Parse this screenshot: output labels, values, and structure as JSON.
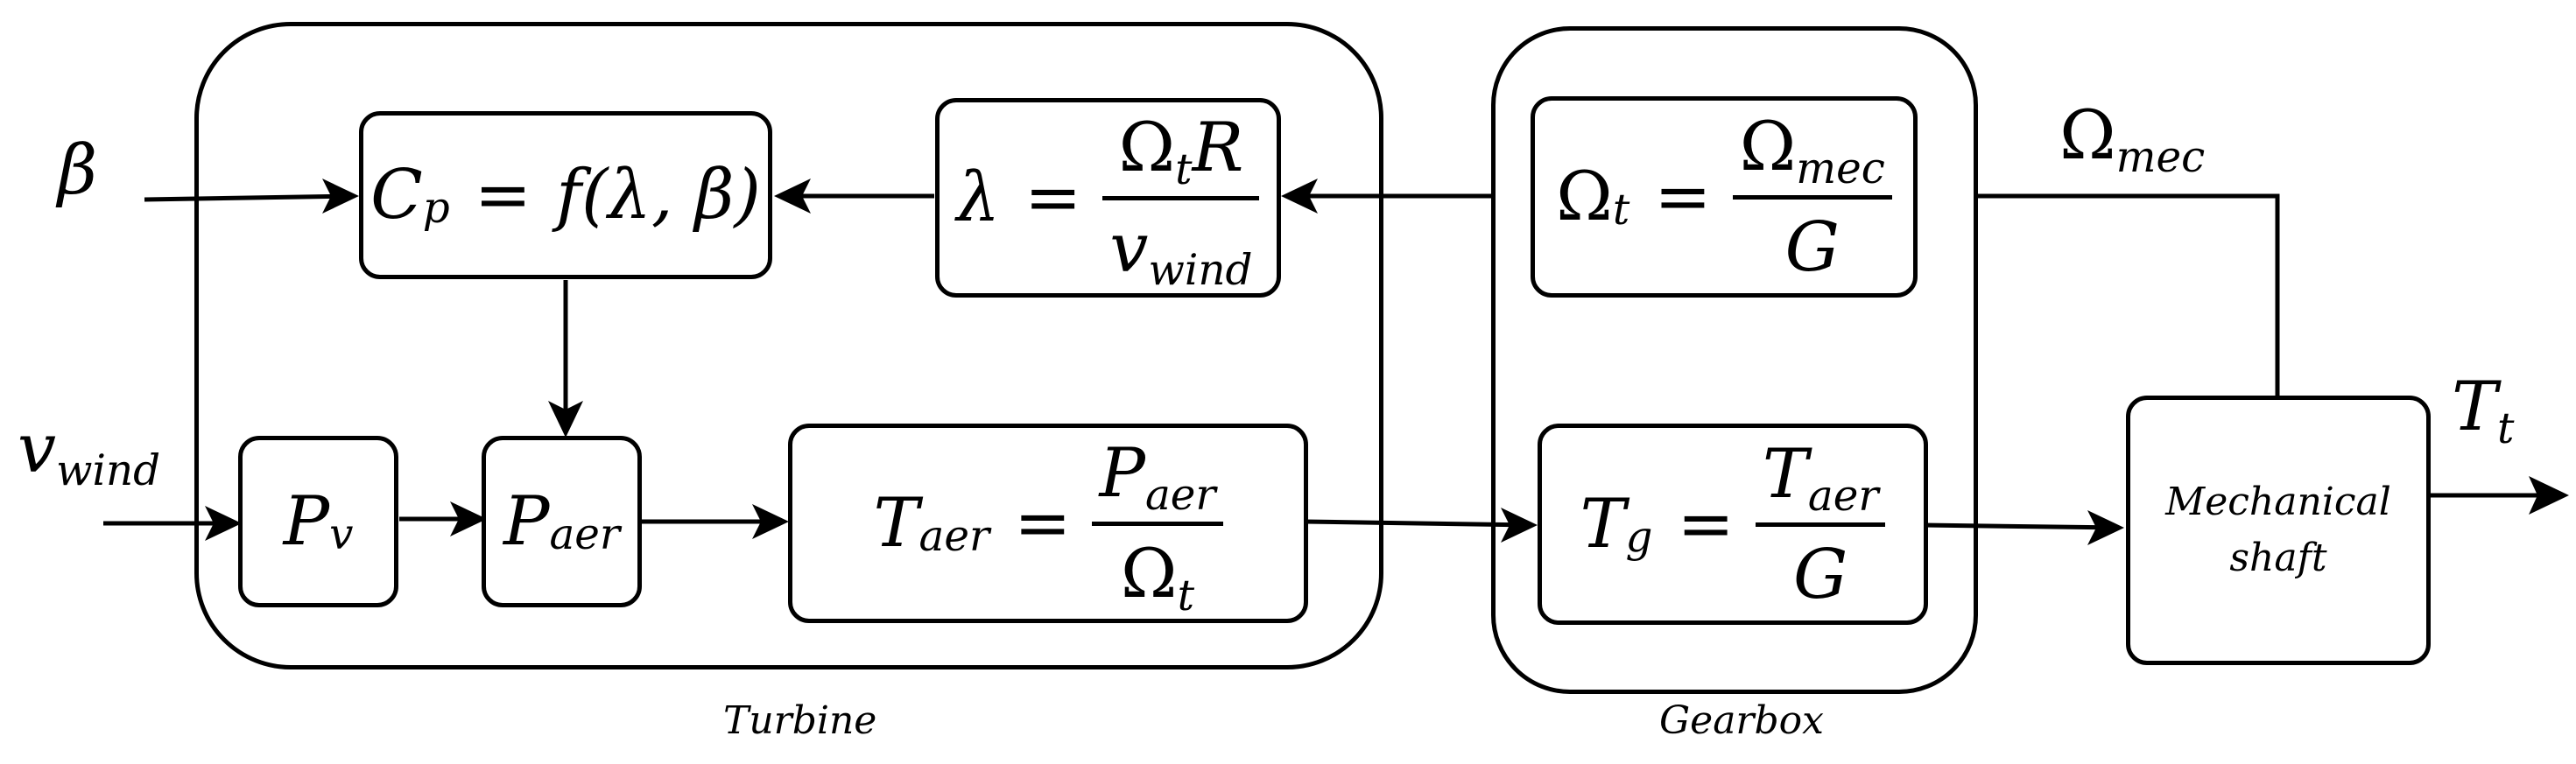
{
  "groups": {
    "turbine": "Turbine",
    "gearbox": "Gearbox"
  },
  "inputs": {
    "pitch": "β",
    "wind_var": "v",
    "wind_sub": "wind"
  },
  "outputs": {
    "omega_mec": "Ω",
    "omega_mec_sub": "mec",
    "tt_var": "T",
    "tt_sub": "t"
  },
  "blocks": {
    "cp": {
      "lhs": "C",
      "lhs_sub": "p",
      "rhs": "f(λ, β)"
    },
    "lambda": {
      "lhs": "λ",
      "num": "Ω",
      "num_sub": "t",
      "num_tail": "R",
      "den": "v",
      "den_sub": "wind"
    },
    "pv": {
      "var": "P",
      "sub": "v"
    },
    "paer": {
      "var": "P",
      "sub": "aer"
    },
    "taer": {
      "lhs": "T",
      "lhs_sub": "aer",
      "num": "P",
      "num_sub": "aer",
      "den": "Ω",
      "den_sub": "t"
    },
    "omega_t": {
      "lhs": "Ω",
      "lhs_sub": "t",
      "num": "Ω",
      "num_sub": "mec",
      "den": "G"
    },
    "tg": {
      "lhs": "T",
      "lhs_sub": "g",
      "num": "T",
      "num_sub": "aer",
      "den": "G"
    },
    "shaft": {
      "line1": "Mechanical",
      "line2": "shaft"
    }
  },
  "symbols": {
    "equals": "="
  }
}
